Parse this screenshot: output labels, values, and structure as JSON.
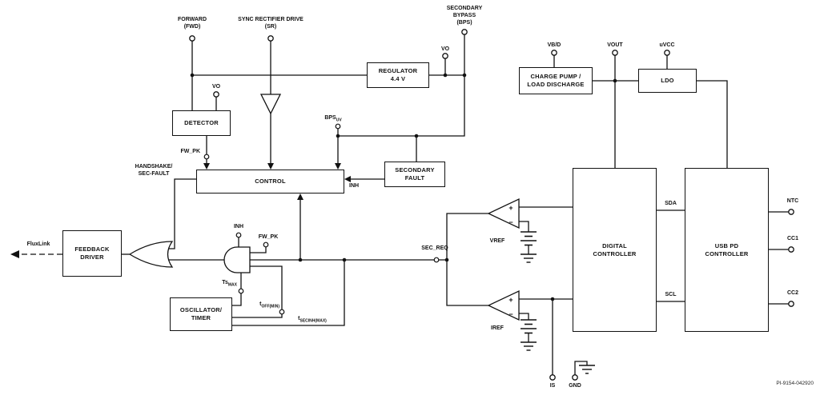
{
  "diagram": {
    "part_number": "PI-9154-042920"
  },
  "pins": {
    "forward": {
      "label": "FORWARD\n(FWD)"
    },
    "sync_rectifier_drive": {
      "label": "SYNC RECTIFIER DRIVE\n(SR)"
    },
    "secondary_bypass": {
      "label": "SECONDARY\nBYPASS\n(BPS)"
    },
    "vo_regulator": {
      "label": "VO"
    },
    "vb_d": {
      "label": "VB/D"
    },
    "vout": {
      "label": "VOUT"
    },
    "uvcc": {
      "label": "uVCC"
    },
    "vo_detector": {
      "label": "VO"
    },
    "ntc": {
      "label": "NTC"
    },
    "cc1": {
      "label": "CC1"
    },
    "cc2": {
      "label": "CC2"
    },
    "is": {
      "label": "IS"
    },
    "gnd": {
      "label": "GND"
    }
  },
  "blocks": {
    "regulator": {
      "label": "REGULATOR\n4.4 V"
    },
    "charge_pump": {
      "label": "CHARGE PUMP /\nLOAD DISCHARGE"
    },
    "ldo": {
      "label": "LDO"
    },
    "detector": {
      "label": "DETECTOR"
    },
    "secondary_fault": {
      "label": "SECONDARY\nFAULT"
    },
    "control": {
      "label": "CONTROL"
    },
    "feedback_driver": {
      "label": "FEEDBACK\nDRIVER"
    },
    "oscillator_timer": {
      "label": "OSCILLATOR/\nTIMER"
    },
    "digital_controller": {
      "label": "DIGITAL\nCONTROLLER"
    },
    "usb_pd_controller": {
      "label": "USB PD\nCONTROLLER"
    }
  },
  "signals": {
    "fw_pk_detector": "FW_PK",
    "handshake_sec_fault": "HANDSHAKE/\nSEC-FAULT",
    "inh_control": "INH",
    "inh_gate": "INH",
    "fw_pk_gate": "FW_PK",
    "bps_uv": {
      "base": "BPS",
      "sub": "UV"
    },
    "ts_max": {
      "base": "Ts",
      "sub": "MAX"
    },
    "t_off_min": {
      "base": "t",
      "sub": "OFF(MIN)"
    },
    "t_secinh_max": {
      "base": "t",
      "sub": "SECINH(MAX)"
    },
    "sec_req": "SEC_REQ",
    "vref": "VREF",
    "iref": "IREF",
    "sda": "SDA",
    "scl": "SCL",
    "fluxlink": "FluxLink",
    "comparator_plus": "+",
    "comparator_minus": "−"
  },
  "colors": {
    "line": "#111111",
    "background": "#ffffff"
  }
}
